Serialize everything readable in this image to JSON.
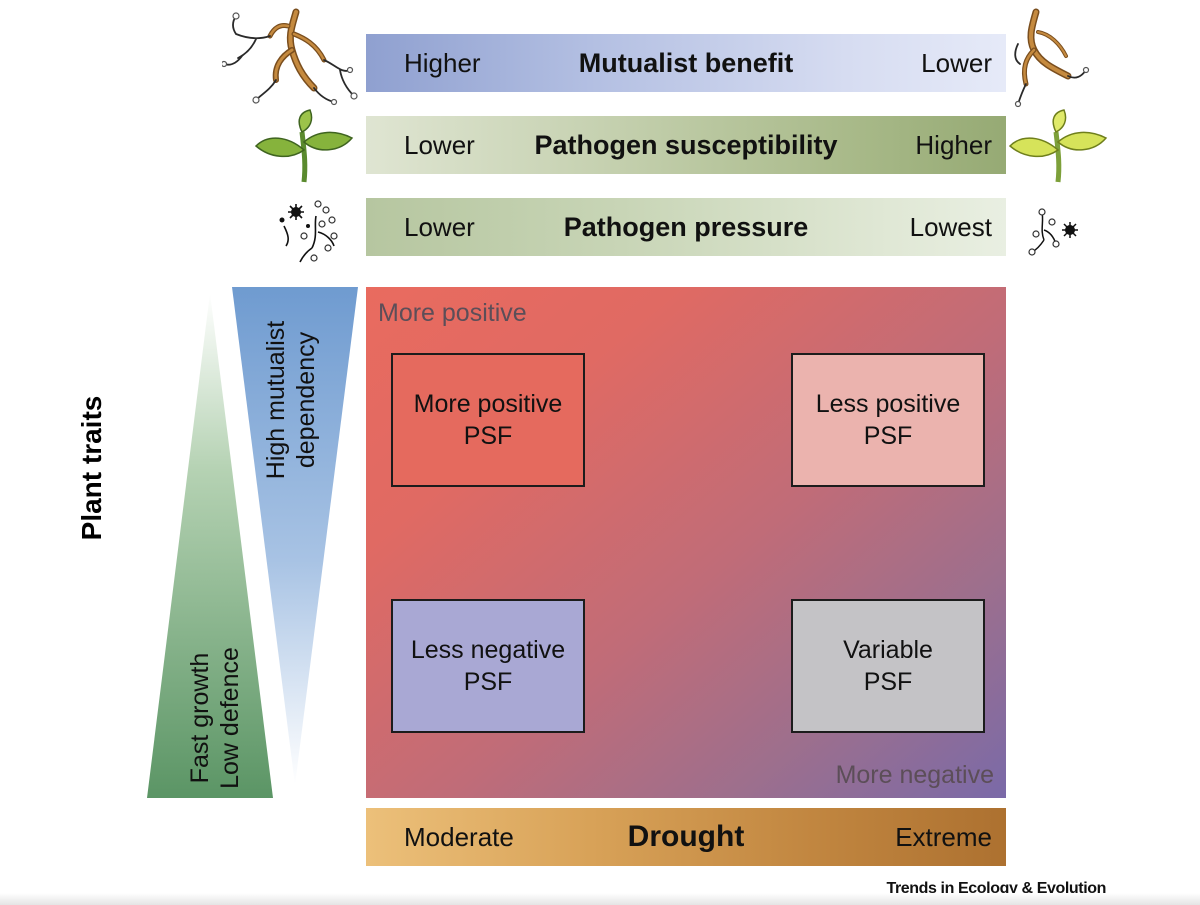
{
  "bands": {
    "mutualist": {
      "left": "Higher",
      "center": "Mutualist benefit",
      "right": "Lower"
    },
    "susceptibility": {
      "left": "Lower",
      "center": "Pathogen susceptibility",
      "right": "Higher"
    },
    "pressure": {
      "left": "Lower",
      "center": "Pathogen pressure",
      "right": "Lowest"
    },
    "drought": {
      "left": "Moderate",
      "center": "Drought",
      "right": "Extreme"
    }
  },
  "panel": {
    "corner_top": "More positive",
    "corner_bottom": "More negative",
    "boxes": [
      {
        "line1": "More positive",
        "line2": "PSF"
      },
      {
        "line1": "Less positive",
        "line2": "PSF"
      },
      {
        "line1": "Less negative",
        "line2": "PSF"
      },
      {
        "line1": "Variable",
        "line2": "PSF"
      }
    ]
  },
  "plant_traits": {
    "label": "Plant traits",
    "mutualist_dependency": [
      "High mutualist",
      "dependency"
    ],
    "growth_defence": [
      "Fast growth",
      "Low defence"
    ]
  },
  "icons": {
    "mutualist": "root-mycorrhiza-icon",
    "susceptibility": "seedling-icon",
    "pressure": "pathogen-spores-icon"
  },
  "colors": {
    "mutualist_band": "#8fa0d0",
    "susceptibility_band": "#96aa74",
    "pressure_band": "#b6c6a0",
    "drought_band": "#ad7130",
    "panel_positive": "#e96b5f",
    "panel_negative": "#7a6aa8",
    "dependency_triangle": "#7ea6d4",
    "growth_triangle": "#5f9a68"
  },
  "source": "Trends in Ecology & Evolution"
}
